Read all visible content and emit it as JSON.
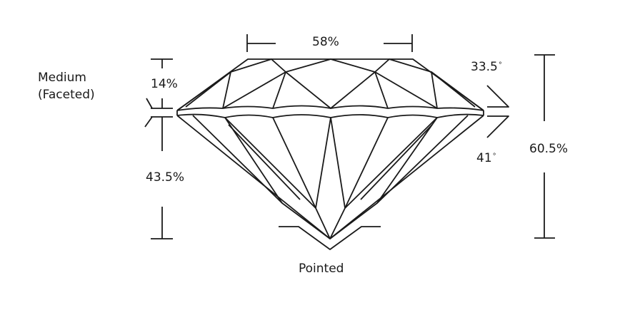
{
  "labels": {
    "table": "58%",
    "crown_height": "14%",
    "girdle_line1": "Medium",
    "girdle_line2": "(Faceted)",
    "pavilion_depth": "43.5%",
    "total_depth": "60.5%",
    "crown_angle": "33.5",
    "pavilion_angle": "41",
    "degree_symbol": "°",
    "culet": "Pointed"
  },
  "colors": {
    "line": "#1a1a1a",
    "background": "#ffffff"
  }
}
